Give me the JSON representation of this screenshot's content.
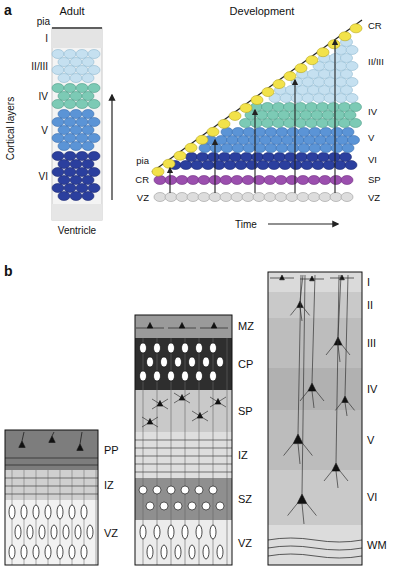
{
  "diagram": {
    "labels": [
      "a",
      "Adult",
      "Development",
      "pia",
      "I",
      "II/III",
      "IV",
      "V",
      "VI",
      "Cortical layers",
      "Ventricle",
      "CR",
      "II/III",
      "IV",
      "V",
      "VI",
      "SP",
      "VZ",
      "pia",
      "CR",
      "VZ",
      "Time",
      "b",
      "I",
      "II",
      "III",
      "IV",
      "V",
      "VI",
      "WM",
      "MZ",
      "CP",
      "SP",
      "IZ",
      "SZ",
      "VZ",
      "PP",
      "IZ",
      "VZ"
    ]
  }
}
